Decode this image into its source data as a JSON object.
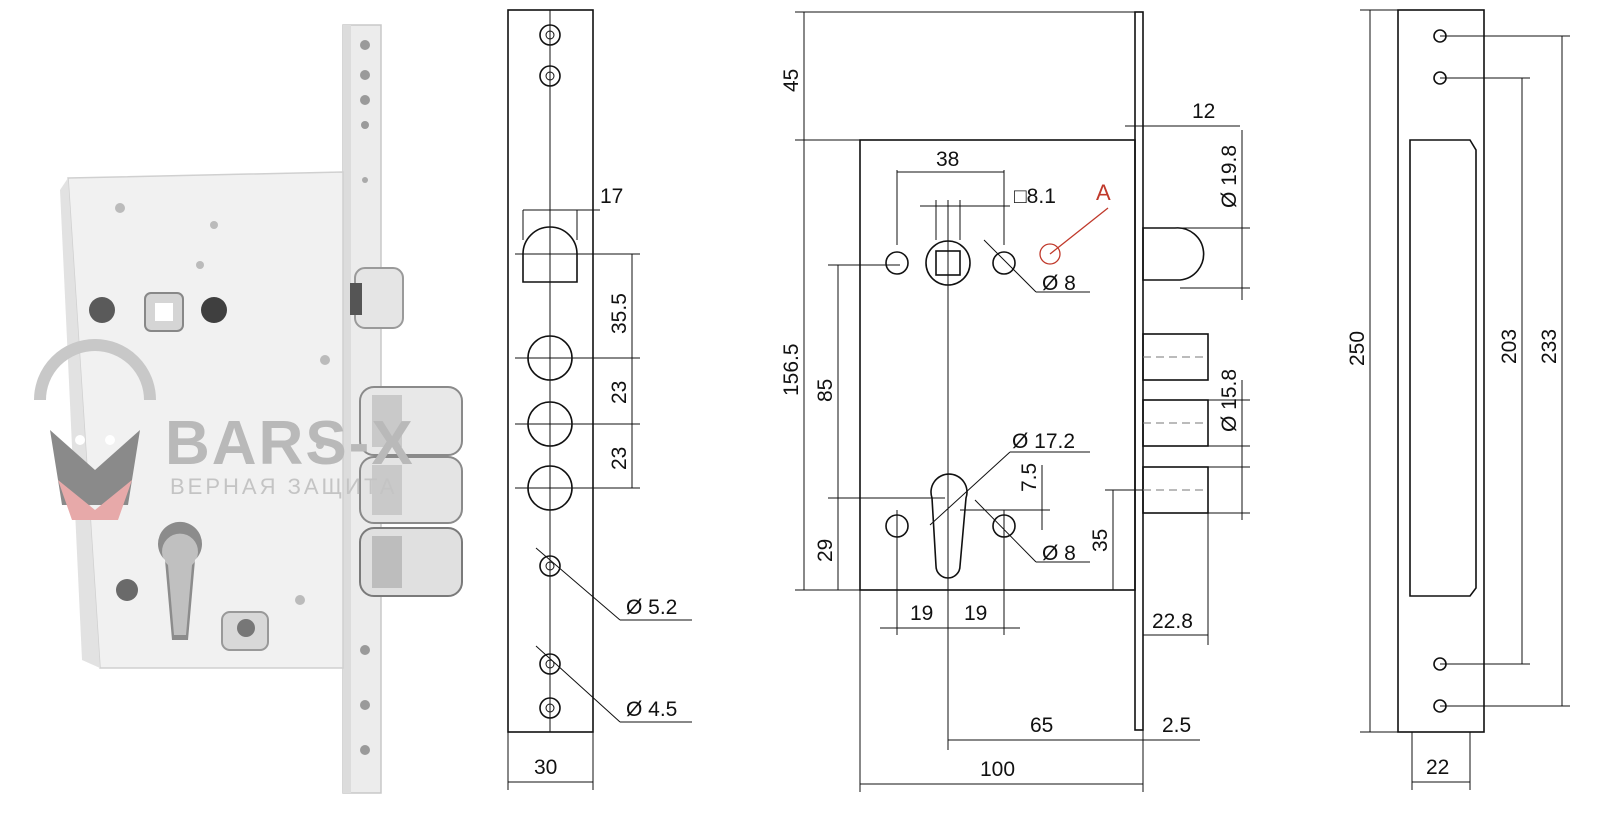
{
  "photo": {
    "brand_name": "BARS-X",
    "brand_slogan": "ВЕРНАЯ ЗАЩИТА",
    "logo_icon": "panther-head-logo-icon"
  },
  "faceplate_view": {
    "dim_width": "30",
    "dim_latch_width": "17",
    "dim_pitch_1": "35.5",
    "dim_pitch_2": "23",
    "dim_pitch_3": "23",
    "dim_hole_1": "Ø 5.2",
    "dim_hole_2": "Ø 4.5"
  },
  "front_view": {
    "dim_top": "45",
    "dim_body_height": "156.5",
    "dim_spindle_height": "85",
    "dim_cylinder_height": "29",
    "dim_spindle_spacing": "38",
    "dim_square": "□8.1",
    "label_a": "A",
    "dim_hole_upper": "Ø 8",
    "dim_latch_offset": "12",
    "dim_latch_dia": "Ø 19.8",
    "dim_bolt_dia": "Ø 15.8",
    "dim_cylinder_dia": "Ø 17.2",
    "dim_cyl_offset": "7.5",
    "dim_hole_lower": "Ø 8",
    "dim_bolt_height": "35",
    "dim_cyl_left": "19",
    "dim_cyl_right": "19",
    "dim_bolt_throw": "22.8",
    "dim_backset": "65",
    "dim_plate_thickness": "2.5",
    "dim_body_width": "100"
  },
  "strike_view": {
    "dim_total": "250",
    "dim_inner": "203",
    "dim_outer": "233",
    "dim_width": "22"
  }
}
